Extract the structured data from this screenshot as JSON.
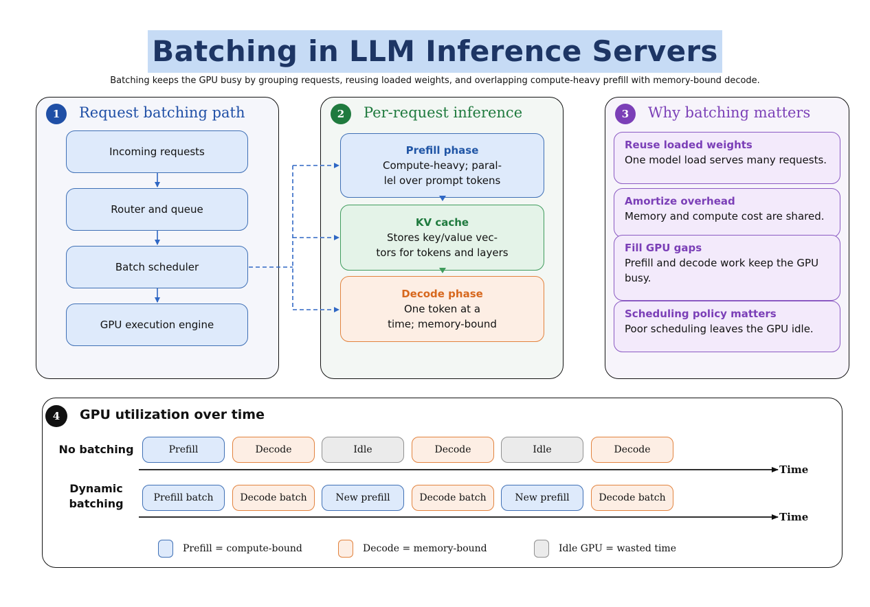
{
  "header": {
    "title": "Batching in LLM Inference Servers",
    "subtitle": "Batching keeps the GPU busy by grouping requests, reusing loaded weights, and overlapping compute-heavy prefill with memory-bound decode."
  },
  "panel1": {
    "number": "1",
    "title": "Request batching path",
    "color": "#1f4fa6",
    "steps": [
      "Incoming requests",
      "Router and queue",
      "Batch scheduler",
      "GPU execution engine"
    ]
  },
  "panel2": {
    "number": "2",
    "title": "Per-request inference",
    "color": "#1f7a3e",
    "prefill": {
      "title": "Prefill phase",
      "line1": "Compute-heavy; paral-",
      "line2": "lel over prompt tokens"
    },
    "kv": {
      "title": "KV cache",
      "line1": "Stores key/value vec-",
      "line2": "tors for tokens and layers"
    },
    "decode": {
      "title": "Decode phase",
      "line1": "One token at a",
      "line2": "time; memory-bound"
    }
  },
  "panel3": {
    "number": "3",
    "title": "Why batching matters",
    "color": "#7b3fb7",
    "items": [
      {
        "title": "Reuse loaded weights",
        "text": "One model load serves many requests."
      },
      {
        "title": "Amortize overhead",
        "text": "Memory and compute cost are shared."
      },
      {
        "title": "Fill GPU gaps",
        "text": "Prefill and decode work keep the GPU busy."
      },
      {
        "title": "Scheduling policy matters",
        "text": "Poor scheduling leaves the GPU idle."
      }
    ]
  },
  "panel4": {
    "number": "4",
    "title": "GPU utilization over time",
    "rows": [
      {
        "label_line1": "No batching",
        "label_line2": "",
        "segments": [
          {
            "label": "Prefill",
            "kind": "prefill"
          },
          {
            "label": "Decode",
            "kind": "decode"
          },
          {
            "label": "Idle",
            "kind": "idle"
          },
          {
            "label": "Decode",
            "kind": "decode"
          },
          {
            "label": "Idle",
            "kind": "idle"
          },
          {
            "label": "Decode",
            "kind": "decode"
          }
        ]
      },
      {
        "label_line1": "Dynamic",
        "label_line2": "batching",
        "segments": [
          {
            "label": "Prefill batch",
            "kind": "prefill"
          },
          {
            "label": "Decode batch",
            "kind": "decode"
          },
          {
            "label": "New prefill",
            "kind": "prefill"
          },
          {
            "label": "Decode batch",
            "kind": "decode"
          },
          {
            "label": "New prefill",
            "kind": "prefill"
          },
          {
            "label": "Decode batch",
            "kind": "decode"
          }
        ]
      }
    ],
    "time_label": "Time",
    "legend": [
      {
        "kind": "prefill",
        "label": "Prefill = compute-bound"
      },
      {
        "kind": "decode",
        "label": "Decode = memory-bound"
      },
      {
        "kind": "idle",
        "label": "Idle GPU = wasted time"
      }
    ]
  },
  "colors": {
    "blue_fill": "#deeafb",
    "blue_stroke": "#3e6fb5",
    "green_fill": "#e4f3e8",
    "green_stroke": "#3f9b5c",
    "orange_fill": "#fdeee4",
    "orange_stroke": "#e2823d",
    "purple_fill": "#f3eafb",
    "purple_stroke": "#8a59c2",
    "idle_fill": "#ebebeb",
    "idle_stroke": "#8f8f8f",
    "arrow": "#2f67c4"
  }
}
